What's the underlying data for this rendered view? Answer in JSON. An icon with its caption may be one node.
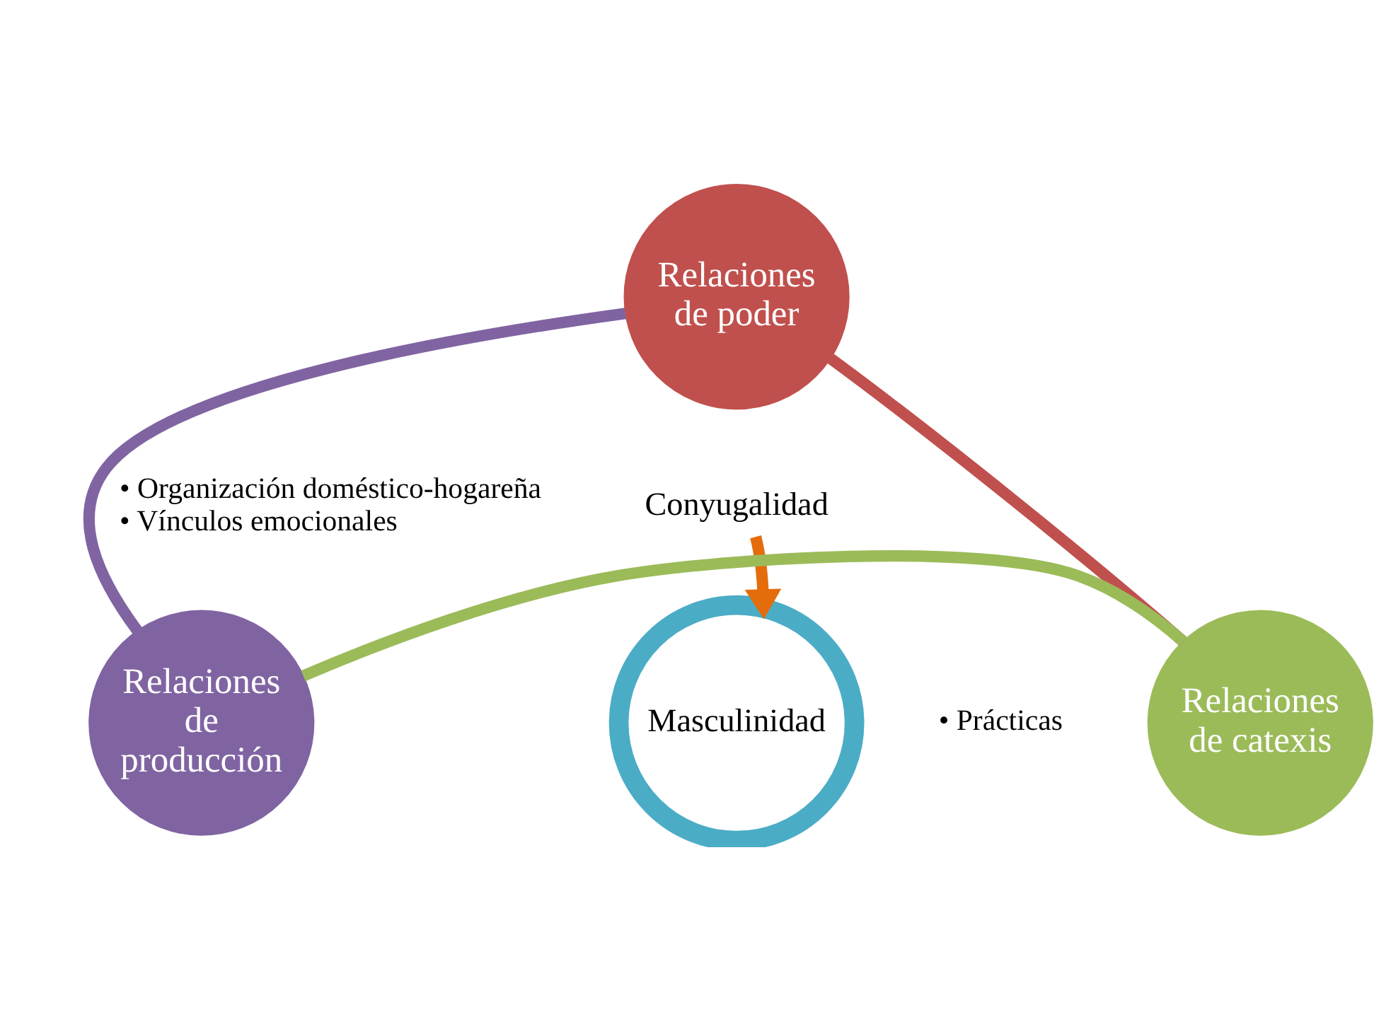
{
  "diagram": {
    "nodes": [
      {
        "text": [
          "Relaciones de poder"
        ]
      },
      {
        "text": [
          "Conyugalidad"
        ],
        "beside": [
          "• Organización doméstico-hogareña",
          "• Vínculos emocionales"
        ]
      },
      {
        "text": [
          "Masculinidad"
        ],
        "beside": [
          "• Prácticas"
        ]
      },
      {
        "text": [
          "Relaciones de producción"
        ]
      },
      {
        "text": [
          "Relaciones de catexis"
        ]
      }
    ],
    "edges": [
      {
        "from": 3,
        "to": 0,
        "arrow": "none",
        "color": "#8064a2"
      },
      {
        "from": 0,
        "to": 4,
        "arrow": "none",
        "color": "#c0504d"
      },
      {
        "from": 4,
        "to": 3,
        "arrow": "none",
        "color": "#9bbb59"
      },
      {
        "from": 1,
        "to": 2,
        "arrow": "to",
        "color": "#e46c0a"
      }
    ]
  }
}
